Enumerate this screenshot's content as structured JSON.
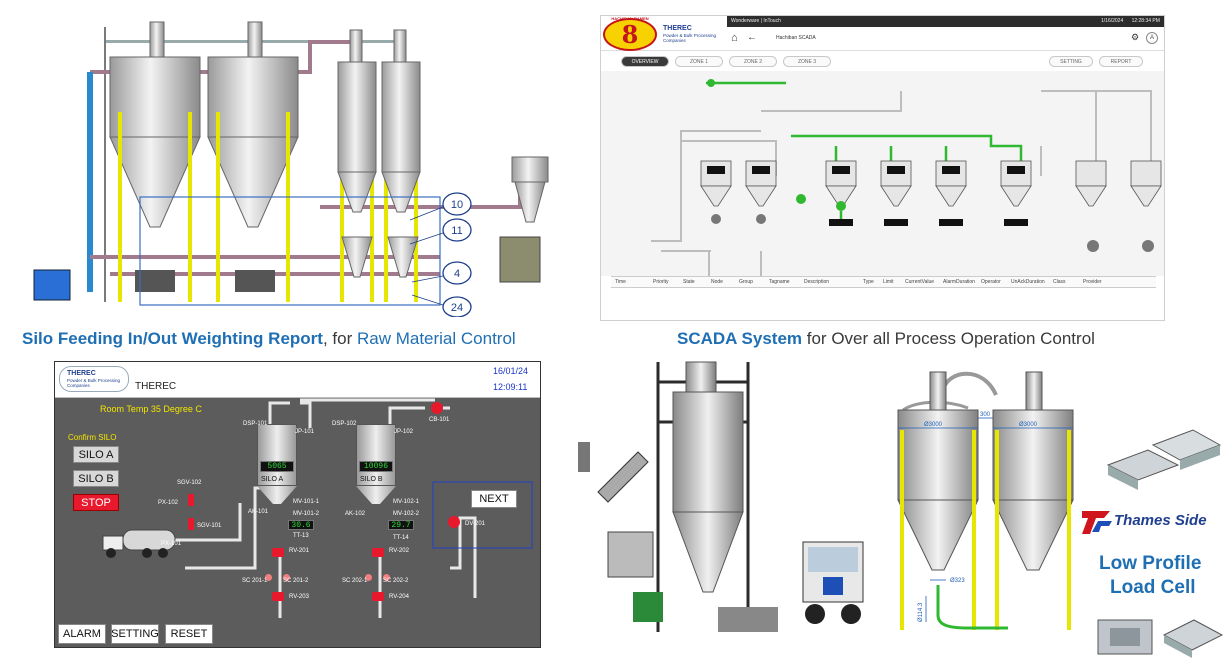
{
  "captions": {
    "silo_report": {
      "bold": "Silo Feeding In/Out Weighting Report",
      "rest1": ", for ",
      "mid": "Raw Material Control"
    },
    "scada": {
      "bold": "SCADA System",
      "rest": " for Over all Process Operation Control"
    }
  },
  "drawing_callouts": [
    "10",
    "11",
    "4",
    "24"
  ],
  "hmi": {
    "brand": "THEREC",
    "logo_sub": "Powder & Bulk Processing Companies",
    "date": "16/01/24",
    "time": "12:09:11",
    "room_temp": "Room Temp 35 Degree C",
    "confirm_label": "Confirm SILO",
    "buttons": {
      "silo_a": "SILO A",
      "silo_b": "SILO B",
      "stop": "STOP",
      "next": "NEXT",
      "alarm": "ALARM",
      "setting": "SETTING",
      "reset": "RESET"
    },
    "silo_a": {
      "name": "SILO A",
      "weight": "5065",
      "temp": "30.6"
    },
    "silo_b": {
      "name": "SILO B",
      "weight": "10096",
      "temp": "29.7"
    },
    "tags": {
      "dsp101": "DSP-101",
      "jp101": "JP-101",
      "dsp102": "DSP-102",
      "jp102": "JP-102",
      "cb101": "CB-101",
      "sgv102": "SGV-102",
      "sgv101": "SGV-101",
      "px102": "PX-102",
      "px101": "PX-101",
      "ak101": "AK-101",
      "ak102": "AK-102",
      "mv1011": "MV-101-1",
      "mv1012": "MV-101-2",
      "mv1021": "MV-102-1",
      "mv1022": "MV-102-2",
      "tt13": "TT-13",
      "tt14": "TT-14",
      "rv201": "RV-201",
      "rv202": "RV-202",
      "rv203": "RV-203",
      "rv204": "RV-204",
      "sc2011": "SC 201-1",
      "sc2012": "SC 201-2",
      "sc2021": "SC 202-1",
      "sc2022": "SC 202-2",
      "dv201": "DV-201"
    }
  },
  "scada": {
    "badge": "8",
    "badge_arc": "HACHIBAN-RAMEN",
    "logo": "THEREC",
    "logo_sub": "Powder & Bulk Processing Companies",
    "window_title": "Wonderware | InTouch",
    "window_time": "1/16/2024      12:28:34 PM",
    "page": "Hachiban SCADA",
    "tabs": [
      "OVERVIEW",
      "ZONE 1",
      "ZONE 2",
      "ZONE 3"
    ],
    "right_tabs": [
      "SETTING",
      "REPORT"
    ],
    "columns": [
      "Time",
      "Priority",
      "State",
      "Node",
      "Group",
      "Tagname",
      "Description",
      "Type",
      "Limit",
      "CurrentValue",
      "AlarmDuration",
      "Operator",
      "UnAckDuration",
      "Class",
      "Provider"
    ]
  },
  "dimensions": {
    "d1": "Ø3000",
    "d2": "300",
    "d3": "Ø3000",
    "d4": "Ø323",
    "d5": "Ø114.3"
  },
  "load_cell": {
    "brand": "Thames Side",
    "title1": "Low Profile",
    "title2": "Load Cell"
  },
  "colors": {
    "caption_blue": "#1f6fb4",
    "scada_green": "#2fb830",
    "hmi_bg": "#5c5c5c",
    "stop_red": "#e8192c",
    "silo_frame_yellow": "#e6e600"
  }
}
